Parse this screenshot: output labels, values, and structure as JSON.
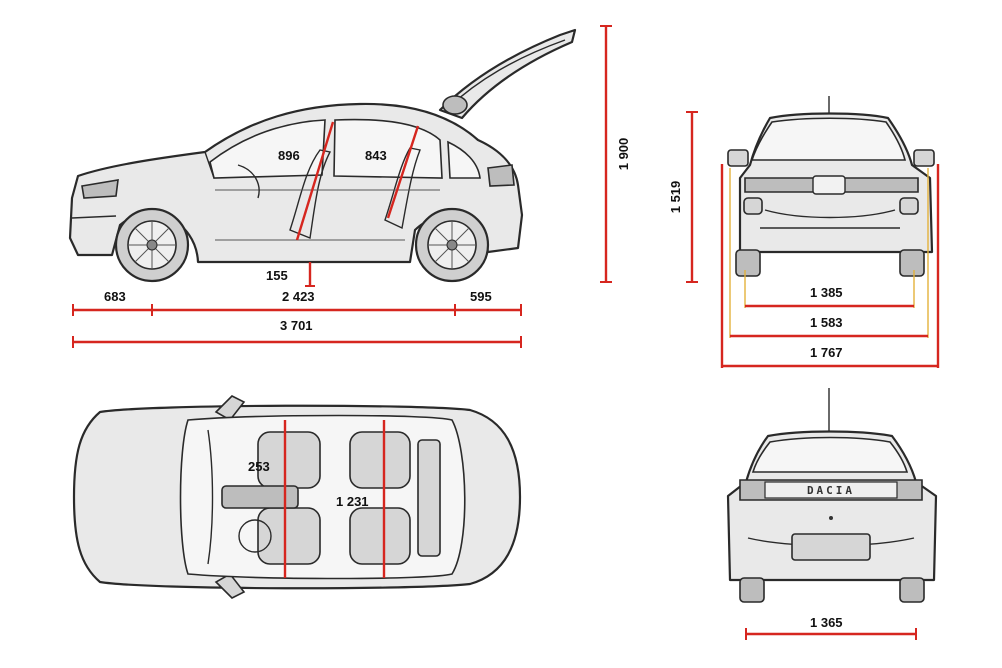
{
  "dimensions": {
    "front_overhang": "683",
    "wheelbase": "2 423",
    "rear_overhang": "595",
    "overall_length": "3 701",
    "ground_clearance": "155",
    "height_open_tailgate": "1 900",
    "height": "1 519",
    "front_track": "1 385",
    "width_without_mirrors": "1 583",
    "width_with_mirrors": "1 767",
    "rear_track": "1 365",
    "front_headroom": "896",
    "rear_headroom": "843",
    "front_seat_offset": "253",
    "interior_width": "1 231"
  },
  "badge": {
    "rear_logo": "DACIA"
  },
  "colors": {
    "dimension_line": "#d6261f",
    "accent_line": "#e3b23c",
    "body_fill": "#e9e9e9",
    "outline": "#2a2a2a"
  }
}
